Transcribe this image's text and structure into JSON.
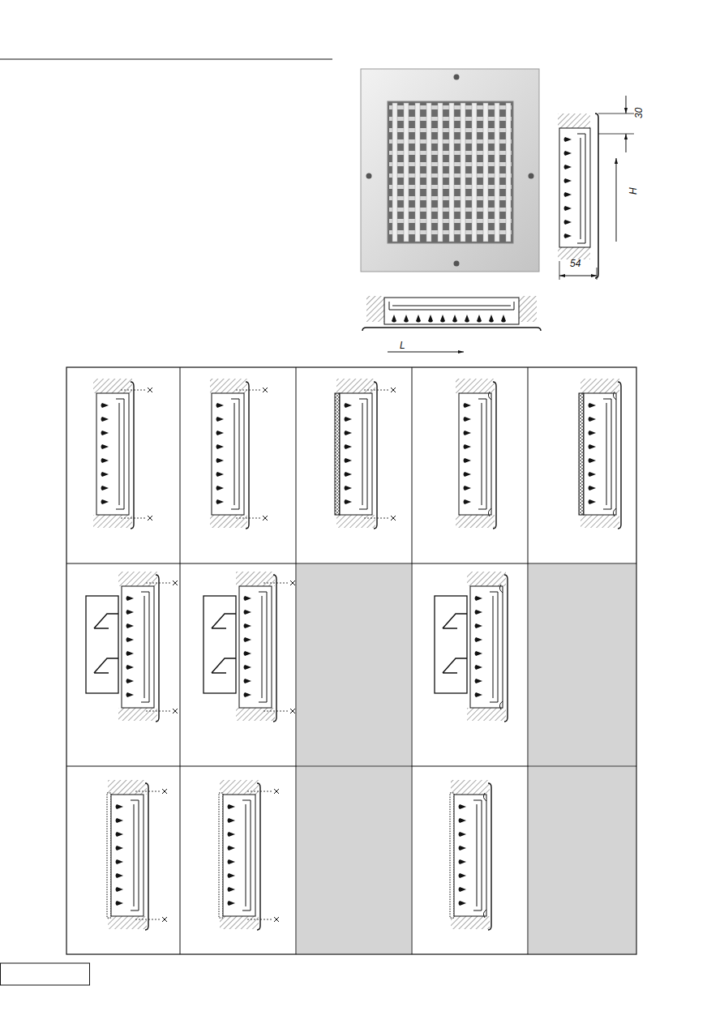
{
  "diagram": {
    "labels": [
      "30",
      "H",
      "54",
      "L"
    ]
  }
}
